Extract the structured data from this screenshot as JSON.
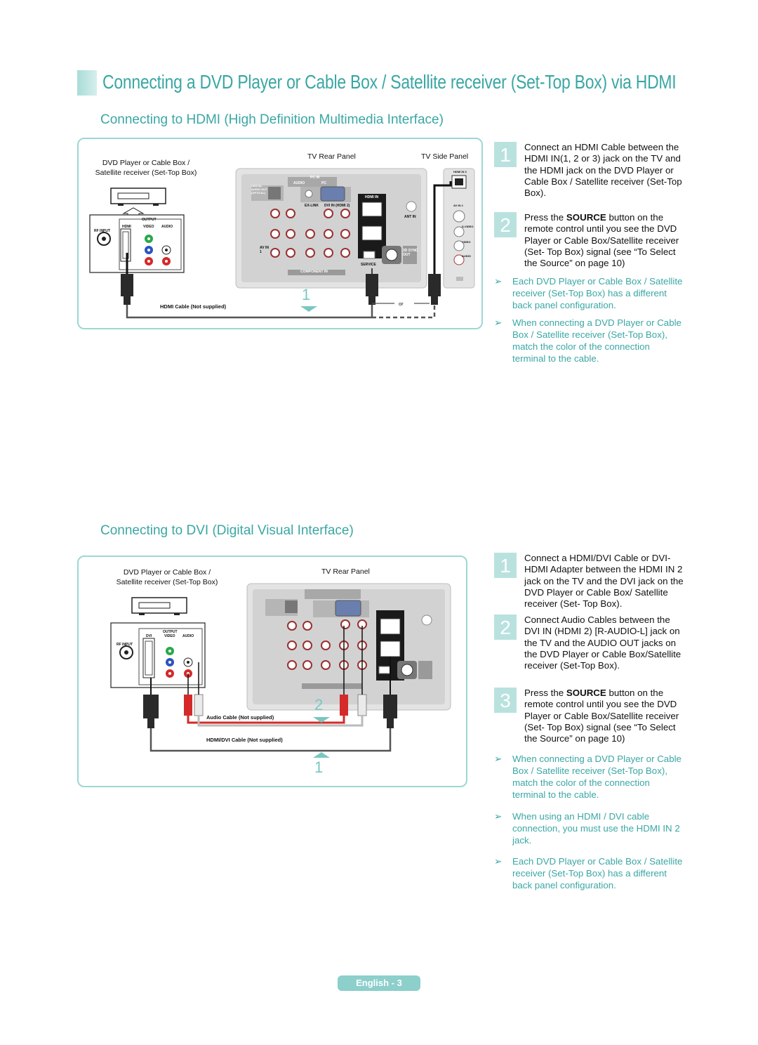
{
  "page": {
    "title": "Connecting a DVD Player or Cable Box / Satellite receiver (Set-Top Box) via HDMI",
    "footer": "English - 3",
    "accent_color": "#3aa7a4",
    "panel_border_color": "#9cd8d4"
  },
  "hdmi": {
    "heading": "Connecting to HDMI (High Definition Multimedia Interface)",
    "diagram": {
      "device_label_1": "DVD Player or Cable Box /",
      "device_label_2": "Satellite receiver (Set-Top Box)",
      "tv_rear_label": "TV Rear Panel",
      "tv_side_label": "TV Side Panel",
      "cable_label": "HDMI Cable (Not supplied)",
      "or_label": "or",
      "step_marker": "1",
      "dvd_output": "OUTPUT",
      "dvd_hdmi": "HDMI",
      "dvd_video": "VIDEO",
      "dvd_audio": "AUDIO",
      "dvd_rf": "RF INPUT",
      "tv_pcin": "PC IN",
      "tv_audio": "AUDIO",
      "tv_pc": "PC",
      "tv_hdmi_in": "HDMI IN",
      "tv_dvi_in": "DVI IN (HDMI 2)",
      "tv_ex_link": "EX-LINK",
      "tv_component": "COMPONENT IN",
      "tv_service": "SERVICE",
      "tv_sync_out": "3D SYNC OUT",
      "tv_ant_in": "ANT IN",
      "tv_av_in": "AV IN 1",
      "tv_digital_audio": "DIGITAL AUDIO OUT (OPTICAL)",
      "side_hdmi": "HDMI IN 3",
      "side_av_in": "AV IN 2",
      "side_svideo": "S-VIDEO",
      "side_video": "VIDEO",
      "side_audio": "AUDIO"
    },
    "steps": [
      {
        "num": "1",
        "text": "Connect an HDMI Cable between the HDMI IN(1, 2 or 3) jack on the TV and the HDMI jack on the DVD Player or Cable Box / Satellite receiver (Set-Top Box)."
      },
      {
        "num": "2",
        "text_before": "Press the ",
        "bold": "SOURCE",
        "text_after": " button on the remote control until you see the DVD Player or Cable Box/Satellite receiver (Set- Top Box) signal (see “To Select the Source” on page 10)"
      }
    ],
    "notes": [
      {
        "arrow": "➢",
        "text": "Each DVD Player or Cable Box / Satellite receiver (Set-Top Box) has a different back panel configuration."
      },
      {
        "arrow": "➢",
        "text": "When connecting a DVD Player or Cable Box / Satellite receiver (Set-Top Box), match the color of the connection terminal to the cable."
      }
    ]
  },
  "dvi": {
    "heading": "Connecting to DVI (Digital Visual Interface)",
    "diagram": {
      "device_label_1": "DVD Player or Cable Box /",
      "device_label_2": "Satellite receiver (Set-Top Box)",
      "tv_rear_label": "TV Rear Panel",
      "audio_cable_label": "Audio Cable (Not supplied)",
      "dvi_cable_label": "HDMI/DVI Cable (Not supplied)",
      "marker_2": "2",
      "marker_1": "1",
      "dvd_output": "OUTPUT",
      "dvd_dvi": "DVI",
      "dvd_video": "VIDEO",
      "dvd_audio": "AUDIO",
      "dvd_rf": "RF INPUT"
    },
    "steps": [
      {
        "num": "1",
        "text": "Connect a HDMI/DVI Cable or DVI-HDMI Adapter between the HDMI IN 2 jack on the TV and the DVI jack on the DVD Player or Cable Box/ Satellite receiver (Set- Top Box)."
      },
      {
        "num": "2",
        "text": "Connect Audio Cables between the DVI IN (HDMI 2) [R-AUDIO-L] jack on the TV and the AUDIO OUT jacks on the DVD Player or Cable Box/Satellite receiver (Set-Top Box)."
      },
      {
        "num": "3",
        "text_before": "Press the ",
        "bold": "SOURCE",
        "text_after": " button on the remote control until you see the DVD Player or Cable Box/Satellite receiver (Set- Top Box) signal (see “To Select the Source” on page 10)"
      }
    ],
    "notes": [
      {
        "arrow": "➢",
        "text": "When connecting a DVD Player or Cable Box / Satellite receiver (Set-Top Box), match the color of the connection terminal to the cable."
      },
      {
        "arrow": "➢",
        "text": "When using an HDMI / DVI cable connection, you must use the HDMI IN 2 jack."
      },
      {
        "arrow": "➢",
        "text": "Each DVD Player or Cable Box / Satellite receiver (Set-Top Box) has a different back panel configuration."
      }
    ]
  }
}
